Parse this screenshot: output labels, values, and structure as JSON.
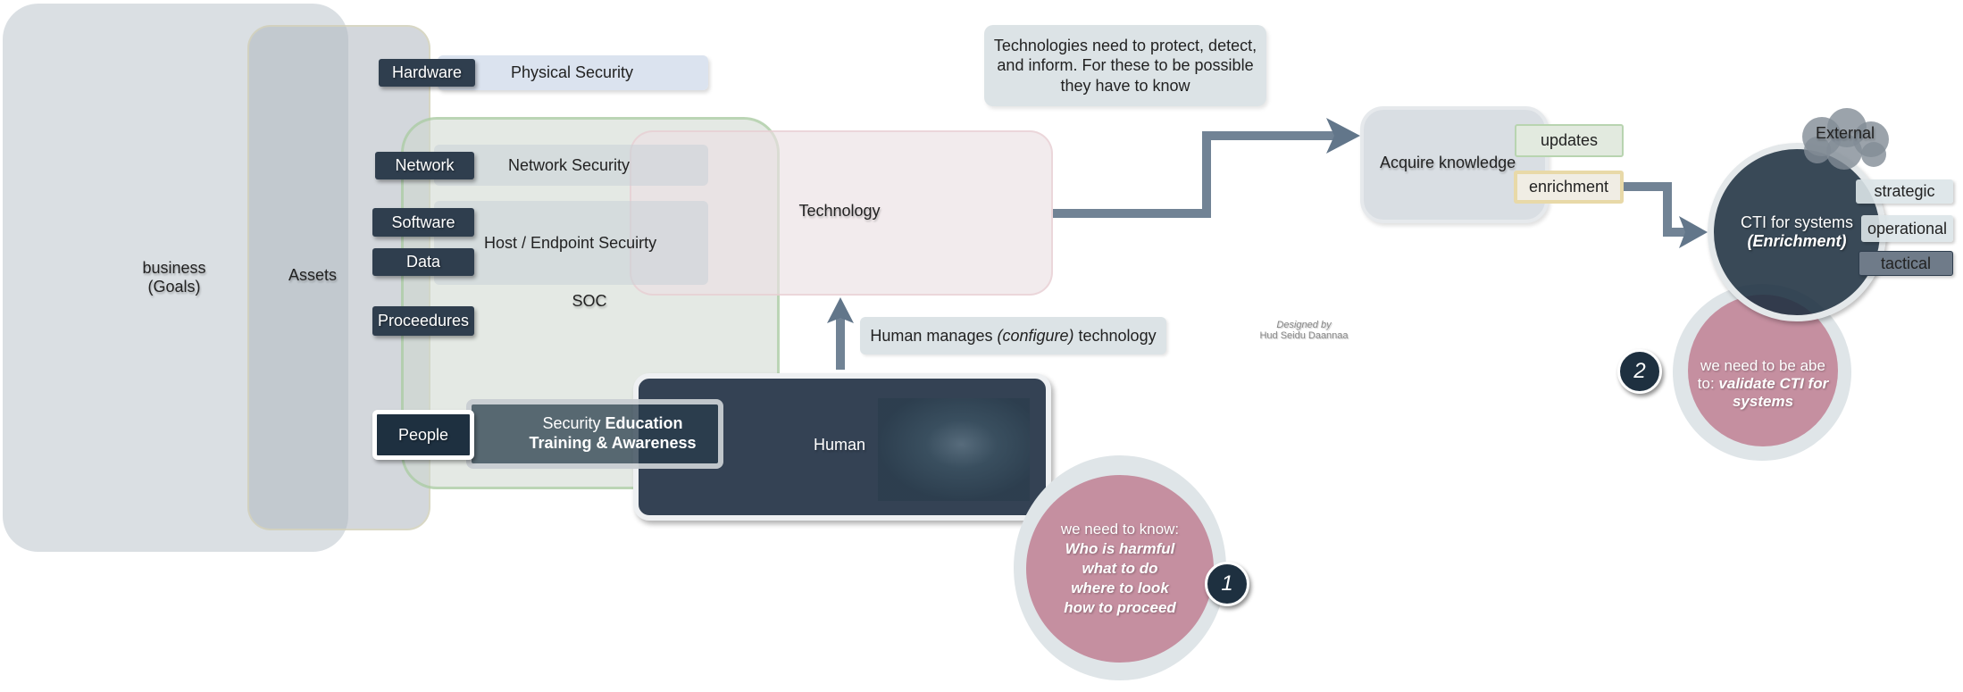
{
  "business": {
    "line1": "business",
    "line2": "(Goals)"
  },
  "assets": "Assets",
  "soc": "SOC",
  "rows": {
    "hardware": "Hardware",
    "physical_security": "Physical Security",
    "network": "Network",
    "network_security": "Network Security",
    "software": "Software",
    "data": "Data",
    "host_security": "Host / Endpoint Secuirty",
    "procedures": "Proceedures",
    "people": "People",
    "seta_1a": "Security ",
    "seta_1b": "Education",
    "seta_2": "Training & Awareness"
  },
  "technology": "Technology",
  "human": "Human",
  "human_manages": {
    "a": "Human manages ",
    "b": "(configure)",
    "c": " technology"
  },
  "tech_note": "Technologies need to protect, detect, and inform. For these to be possible they have to know",
  "acquire": "Acquire knowledge",
  "updates": "updates",
  "enrichment": "enrichment",
  "external": "External",
  "cti": {
    "line1": "CTI for systems",
    "line2": "(Enrichment)"
  },
  "levels": [
    "strategic",
    "operational",
    "tactical"
  ],
  "need1": {
    "intro": "we need to know:",
    "items": [
      "Who is harmful",
      "what to do",
      "where to look",
      "how to proceed"
    ],
    "number": "1"
  },
  "need2": {
    "intro": "we need to be abe to: ",
    "bold": "validate CTI for systems",
    "number": "2"
  },
  "credit": {
    "line1": "Designed by",
    "line2": "Hud Seidu Daannaa"
  },
  "colors": {
    "dark": "#2f3e4e",
    "pink": "#c58fa0",
    "panel": "#dce2e6"
  }
}
